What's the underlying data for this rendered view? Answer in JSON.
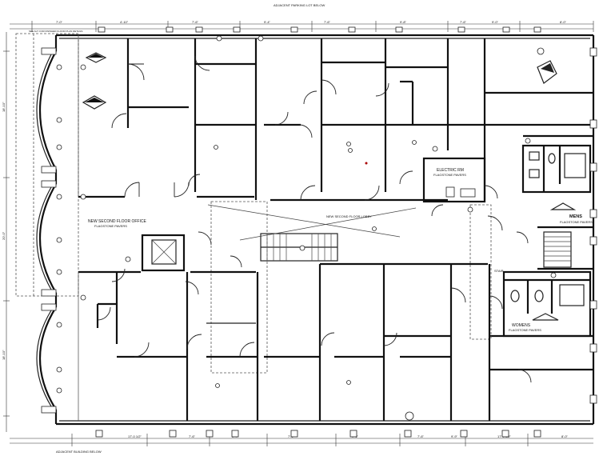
{
  "labels": {
    "top_note": "ADJACENT PARKING LOT BELOW",
    "bottom_note": "ADJACENT BUILDING BELOW",
    "office_title": "NEW SECOND FLOOR OFFICE",
    "office_sub": "FLAGSTONE PAVERS",
    "lobby": "NEW SECOND FLOOR LOBBY",
    "electric_room": "ELECTRIC RM",
    "electric_sub": "FLAGSTONE PAVERS",
    "mens": "MENS",
    "mens_sub": "FLAGSTONE PAVERS",
    "womens": "WOMENS",
    "womens_sub": "FLAGSTONE PAVERS",
    "left_note": "SEE ALT. FOR FINISHED FLOOR PLAN DETAILS",
    "stair": "STAIR"
  },
  "top_dims": [
    "7'-0\"",
    "4'-10\"",
    "7'-6\"",
    "9'-4\"",
    "7'-6\"",
    "9'-8\"",
    "7'-6\"",
    "9'-0\"",
    "8'-0\""
  ],
  "bottom_dims": [
    "17'-0 1/2\"",
    "7'-6\"",
    "9'-4\"",
    "7'-6\"",
    "9'-6\"",
    "7'-6\"",
    "9'-9\"",
    "17'-0 1/2\"",
    "8'-0\""
  ],
  "left_dims": [
    "18'-10\"",
    "20'-0\"",
    "18'-10\""
  ]
}
